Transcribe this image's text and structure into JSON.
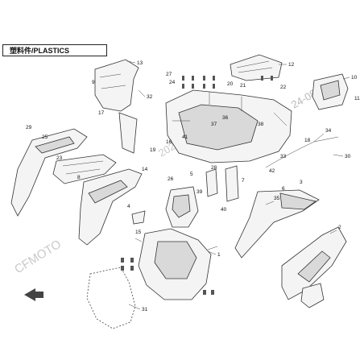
{
  "title": "塑料件/PLASTICS",
  "watermark": [
    "CFMOTO",
    "2024-05-28",
    "24-08"
  ],
  "callouts": [
    "1",
    "2",
    "3",
    "4",
    "5",
    "6",
    "7",
    "8",
    "9",
    "10",
    "11",
    "12",
    "13",
    "14",
    "15",
    "16",
    "17",
    "18",
    "19",
    "20",
    "21",
    "22",
    "23",
    "24",
    "25",
    "26",
    "27",
    "28",
    "29",
    "30",
    "31",
    "32",
    "33",
    "34",
    "35",
    "36",
    "37",
    "38",
    "39",
    "40",
    "41",
    "42"
  ],
  "colors": {
    "line": "#333333",
    "fill": "#f4f4f4",
    "watermark": "#c9c9c9"
  }
}
